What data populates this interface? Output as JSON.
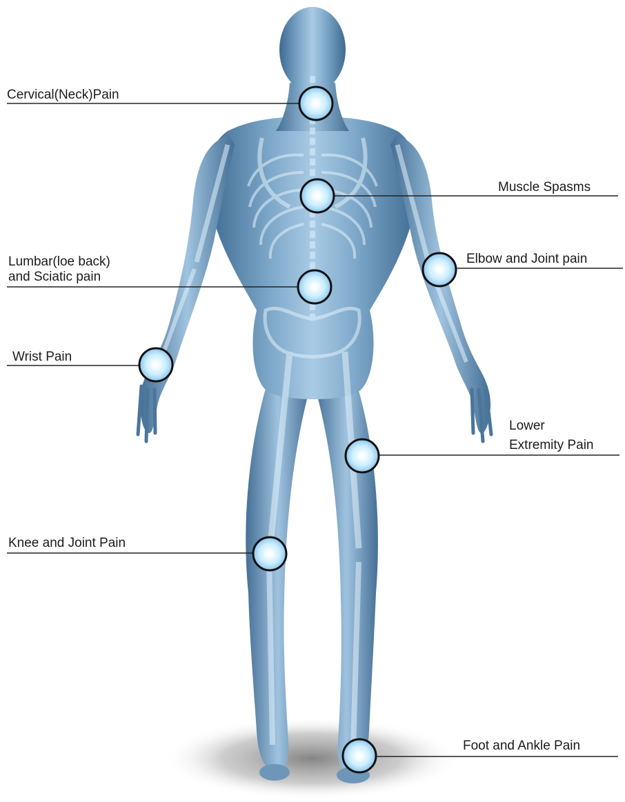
{
  "diagram": {
    "subject": "human body rear view with pain points",
    "colors": {
      "body_light": "#b9d9ef",
      "body_mid": "#6f9cc0",
      "body_dark": "#3d6a91",
      "bone": "#d7ecf8",
      "marker_ring": "#111111",
      "marker_fill": "#bfe6ff",
      "leader_line": "#222222",
      "label_text": "#1b1b1b",
      "floor_shadow": "#8f8f8f"
    },
    "callouts": [
      {
        "id": "cervical",
        "label": "Cervical(Neck)Pain"
      },
      {
        "id": "muscle-spasms",
        "label": "Muscle Spasms"
      },
      {
        "id": "lumbar",
        "label_lines": [
          "Lumbar(loe back)",
          "and Sciatic pain"
        ]
      },
      {
        "id": "elbow",
        "label": "Elbow and Joint pain"
      },
      {
        "id": "wrist",
        "label": "Wrist Pain"
      },
      {
        "id": "lower-extremity",
        "label_lines": [
          "Lower",
          "Extremity Pain"
        ]
      },
      {
        "id": "knee",
        "label": "Knee and Joint Pain"
      },
      {
        "id": "foot-ankle",
        "label": "Foot and Ankle Pain"
      }
    ]
  }
}
